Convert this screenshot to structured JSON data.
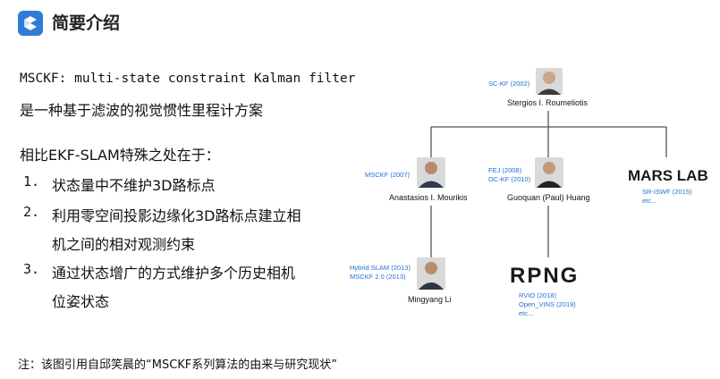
{
  "header": {
    "title": "简要介绍",
    "logo_icon": "s-logo-icon",
    "accent": "#2e7cd6"
  },
  "body": {
    "line1": "MSCKF: multi-state constraint Kalman filter",
    "line2": "是一种基于滤波的视觉惯性里程计方案",
    "line3": "相比EKF-SLAM特殊之处在于：",
    "items": [
      {
        "num": "1.",
        "lines": [
          "状态量中不维护3D路标点"
        ]
      },
      {
        "num": "2.",
        "lines": [
          "利用零空间投影边缘化3D路标点建立相",
          "机之间的相对观测约束"
        ]
      },
      {
        "num": "3.",
        "lines": [
          "通过状态增广的方式维护多个历史相机",
          "位姿状态"
        ]
      }
    ]
  },
  "tree": {
    "root": {
      "label": "SC-KF (2002)",
      "name": "Stergios I. Roumeliotis"
    },
    "mourikis": {
      "label": "MSCKF (2007)",
      "name": "Anastasios I. Mourikis"
    },
    "huang": {
      "label1": "FEJ (2008)",
      "label2": "OC-KF (2010)",
      "name": "Guoquan (Paul) Huang"
    },
    "mars": {
      "brand": "MARS LAB",
      "label1": "SR-ISWF (2015)",
      "label2": "etc..."
    },
    "li": {
      "label1": "Hybrid SLAM (2013)",
      "label2": "MSCKF 2.0 (2013)",
      "name": "Mingyang Li"
    },
    "rpng": {
      "brand": "RPNG",
      "label1": "RVIO (2018)",
      "label2": "Open_VINS (2019)",
      "label3": "etc..."
    }
  },
  "footer": {
    "note": "注：该图引用自邱笑晨的“MSCKF系列算法的由来与研究现状”"
  }
}
